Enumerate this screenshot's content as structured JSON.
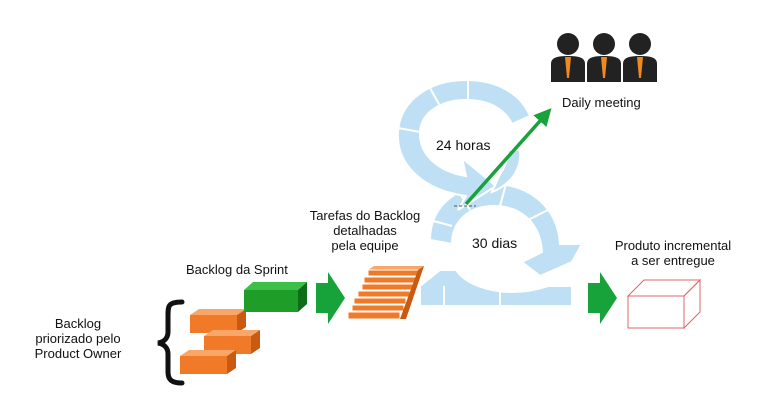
{
  "labels": {
    "backlog_po": "Backlog\npriorizado pelo\nProduct Owner",
    "sprint_backlog": "Backlog da Sprint",
    "tasks": "Tarefas do Backlog\ndetalhadas\npela equipe",
    "daily_cycle": "24 horas",
    "sprint_cycle": "30 dias",
    "daily_meeting": "Daily meeting",
    "increment": "Produto incremental\na ser entregue"
  },
  "colors": {
    "backlog_brick": "#f07a28",
    "sprint_box": "#1e9e28",
    "arrow_green": "#17a23a",
    "cycle_blue": "#bfe0f4",
    "increment_outline": "#e0656a",
    "person": "#222222",
    "tie": "#f08a1c"
  },
  "icons": [
    "curly-brace-icon",
    "brick-icon",
    "green-box-icon",
    "right-arrow-icon",
    "cycle-arrow-icon",
    "diagonal-arrow-icon",
    "person-icon",
    "wireframe-box-icon"
  ]
}
